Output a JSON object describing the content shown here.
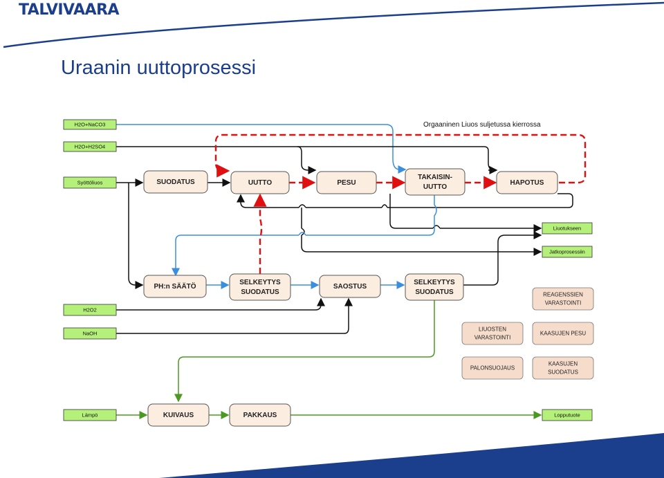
{
  "header": {
    "logo": "TALVIVAARA",
    "title": "Uraanin uuttoprosessi"
  },
  "diagram": {
    "note": "Orgaaninen Liuos suljetussa kierrossa",
    "inputs": {
      "h2o_naco3": "H2O+NaCO3",
      "h2o_h2so4": "H2O+H2SO4",
      "syottoliuos": "Syöttöliuos",
      "h2o2": "H2O2",
      "naoh": "NaOH",
      "lampo": "Lämpö"
    },
    "outputs": {
      "liuotukseen": "Liuotukseen",
      "jatkoprosessiin": "Jatkoprosessiin",
      "lopputuote": "Lopputuote"
    },
    "steps": {
      "suodatus": [
        "SUODATUS"
      ],
      "uutto": [
        "UUTTO"
      ],
      "pesu": [
        "PESU"
      ],
      "takaisinuutto": [
        "TAKAISIN-",
        "UUTTO"
      ],
      "hapotus": [
        "HAPOTUS"
      ],
      "ph_saato": [
        "PH:n SÄÄTÖ"
      ],
      "selkeytys1": [
        "SELKEYTYS",
        "SUODATUS"
      ],
      "saostus": [
        "SAOSTUS"
      ],
      "selkeytys2": [
        "SELKEYTYS",
        "SUODATUS"
      ],
      "kuivaus": [
        "KUIVAUS"
      ],
      "pakkaus": [
        "PAKKAUS"
      ]
    },
    "auxiliary": {
      "reagenssien": [
        "REAGENSSIEN",
        "VARASTOINTI"
      ],
      "liuosten": [
        "LIUOSTEN",
        "VARASTOINTI"
      ],
      "kaasujen_pesu": [
        "KAASUJEN PESU"
      ],
      "palonsuojaus": [
        "PALONSUOJAUS"
      ],
      "kaasujen_suodatus": [
        "KAASUJEN",
        "SUODATUS"
      ]
    },
    "colors": {
      "input_fill": "#b4f07a",
      "step_fill": "#fbeee0",
      "aux_fill": "#f6dccb",
      "black_flow": "#111111",
      "blue_flow": "#3a8fdd",
      "red_flow": "#e01010",
      "green_flow": "#4a9a22",
      "brand": "#1b3f8c"
    }
  }
}
